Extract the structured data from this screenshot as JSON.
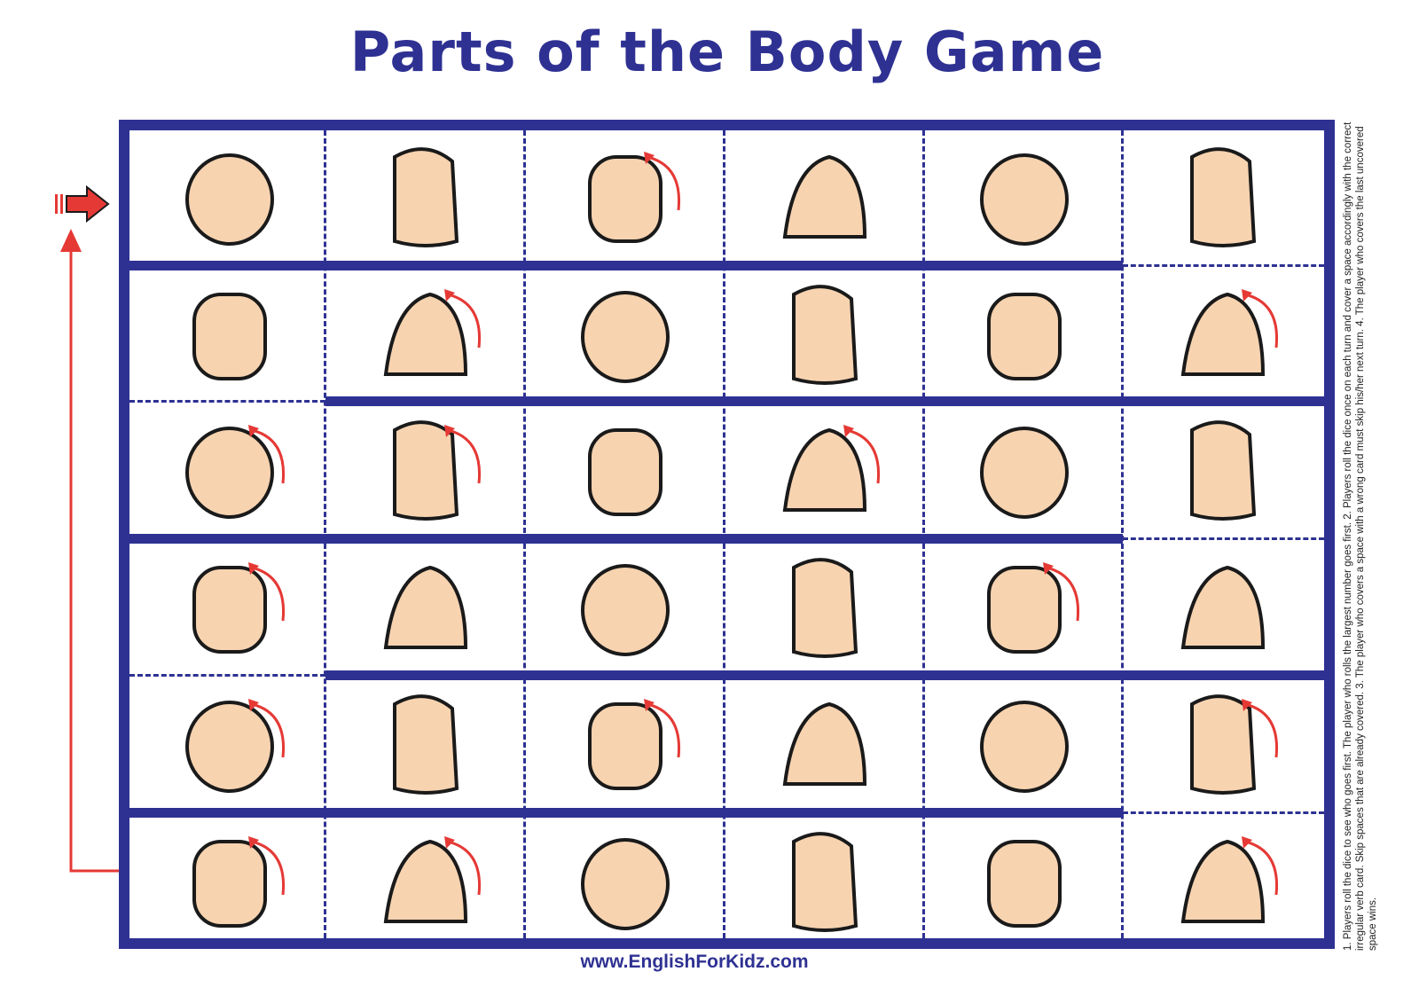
{
  "title": "Parts of the Body Game",
  "footer": "www.EnglishForKidz.com",
  "rules": "1. Players roll the dice to see who goes first. The player who rolls the largest number goes first. 2. Players roll the dice once on each turn and cover a space accordingly with the correct irregular verb card. Skip spaces that are already covered. 3. The player who covers a space with a wrong card must skip his/her next turn. 4. The player who covers the last uncovered space wins.",
  "colors": {
    "board": "#2e3192",
    "arrow": "#e53935",
    "skin": "#f7d3b0",
    "outline": "#1a1a1a"
  },
  "board": {
    "rows": [
      [
        {
          "icon": "leg-icon"
        },
        {
          "icon": "nose-icon"
        },
        {
          "icon": "knee-icon",
          "arrow": true
        },
        {
          "icon": "hair-icon"
        },
        {
          "icon": "head-icon"
        },
        {
          "icon": "foot-icon"
        }
      ],
      [
        {
          "icon": "stomach-icon"
        },
        {
          "icon": "eyebrow-icon",
          "arrow": true
        },
        {
          "icon": "chin-icon"
        },
        {
          "icon": "mouth-icon"
        },
        {
          "icon": "bottom-icon"
        },
        {
          "icon": "elbow-icon",
          "arrow": true
        }
      ],
      [
        {
          "icon": "thumb-icon",
          "arrow": true
        },
        {
          "icon": "wrist-icon",
          "arrow": true
        },
        {
          "icon": "lips-icon"
        },
        {
          "icon": "eyelash-icon",
          "arrow": true
        },
        {
          "icon": "palm-icon"
        },
        {
          "icon": "throat-icon"
        }
      ],
      [
        {
          "icon": "shoulder-icon",
          "arrow": true
        },
        {
          "icon": "tongue-icon"
        },
        {
          "icon": "face-icon"
        },
        {
          "icon": "tooth-icon"
        },
        {
          "icon": "fingernail-icon",
          "arrow": true
        },
        {
          "icon": "arm-icon"
        }
      ],
      [
        {
          "icon": "cheek-icon",
          "arrow": true
        },
        {
          "icon": "hand-icon"
        },
        {
          "icon": "heel-icon",
          "arrow": true
        },
        {
          "icon": "eye-icon"
        },
        {
          "icon": "back-icon"
        },
        {
          "icon": "forehead-icon",
          "arrow": true
        }
      ],
      [
        {
          "icon": "leg-knee-icon",
          "arrow": true
        },
        {
          "icon": "neck-icon",
          "arrow": true
        },
        {
          "icon": "chest-icon"
        },
        {
          "icon": "finger-icon"
        },
        {
          "icon": "ear-icon"
        },
        {
          "icon": "toes-icon",
          "arrow": true
        }
      ]
    ]
  }
}
